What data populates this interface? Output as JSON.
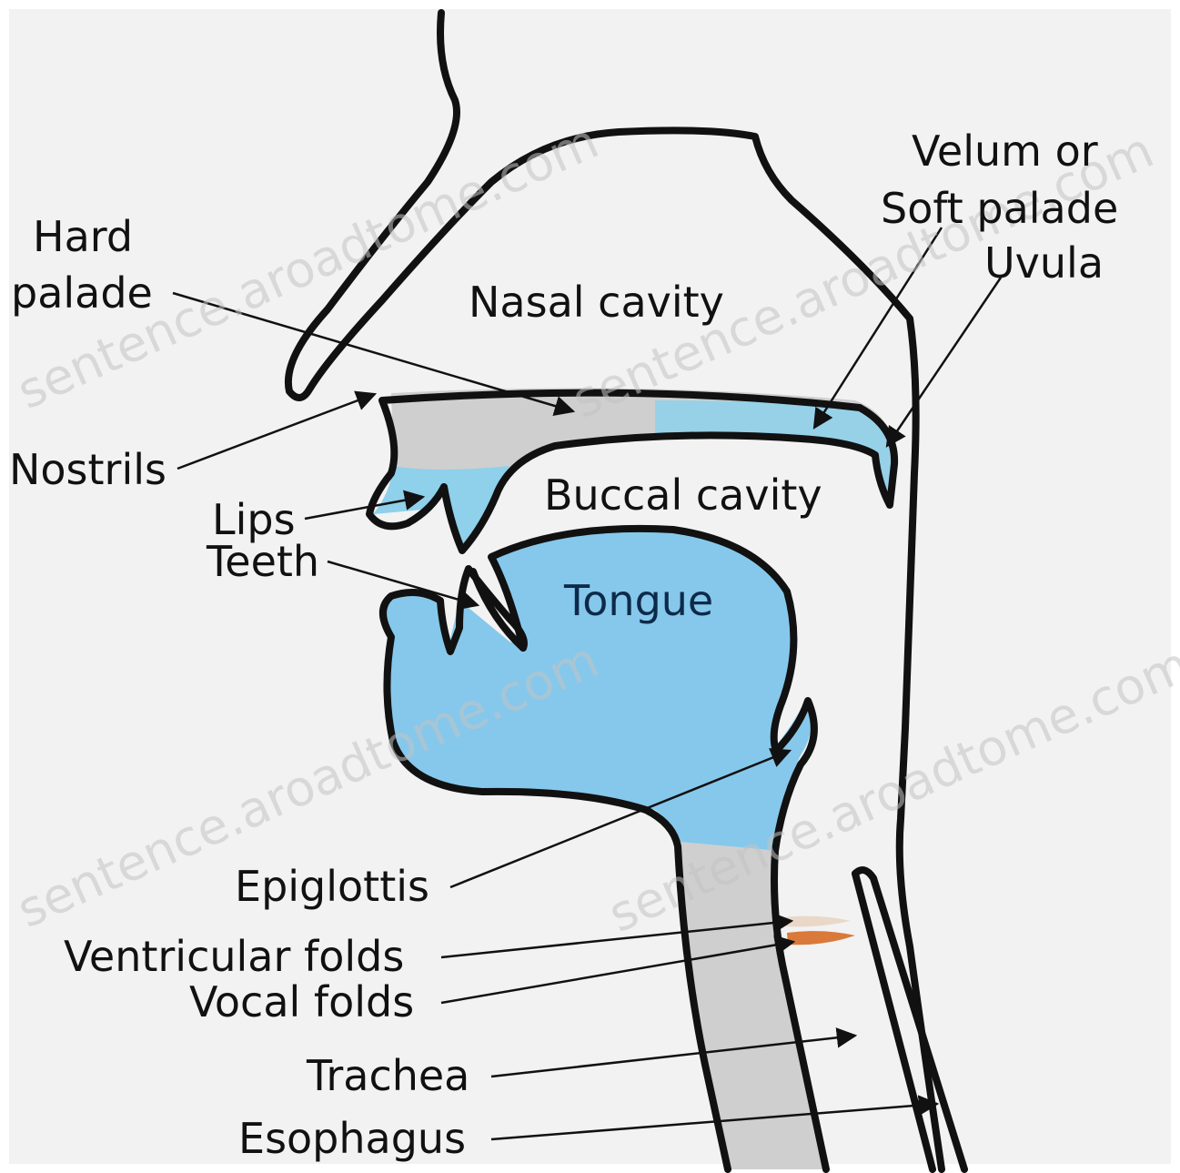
{
  "labels": {
    "hard_palade": [
      "Hard",
      "palade"
    ],
    "nasal_cavity": "Nasal cavity",
    "velum": [
      "Velum or",
      "Soft palade"
    ],
    "uvula": "Uvula",
    "nostrils": "Nostrils",
    "buccal_cavity": "Buccal cavity",
    "lips": "Lips",
    "teeth": "Teeth",
    "tongue": "Tongue",
    "epiglottis": "Epiglottis",
    "ventricular_folds": "Ventricular folds",
    "vocal_folds": "Vocal folds",
    "trachea": "Trachea",
    "esophagus": "Esophagus"
  },
  "watermark": "sentence.aroadtome.com",
  "colors": {
    "background": "#f2f2f2",
    "outline": "#111111",
    "soft_tissue_blue": "#8fd0ea",
    "tongue_blue": "#86c8eb",
    "bone_gray": "#cfcfcf",
    "fold_orange": "#d9793a"
  }
}
